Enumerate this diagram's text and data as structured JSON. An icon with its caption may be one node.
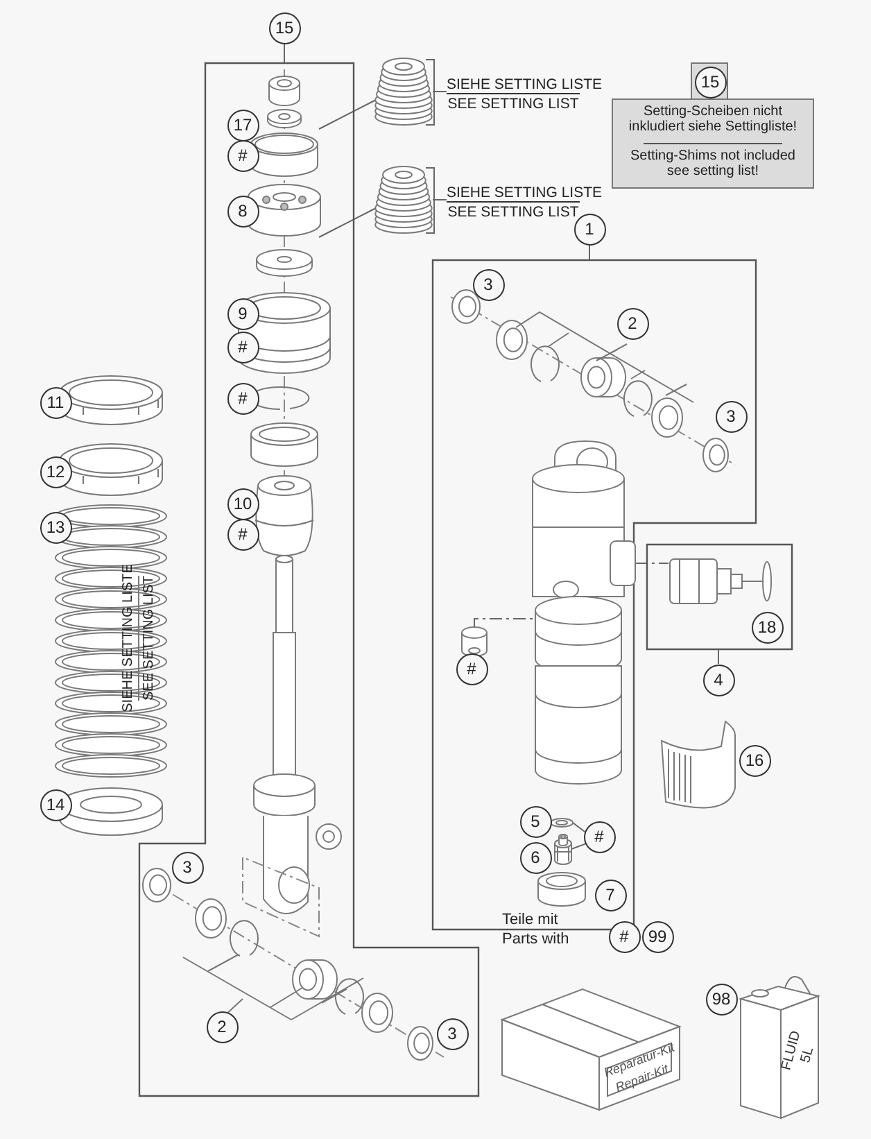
{
  "diagram": {
    "nodes": [
      {
        "text": [],
        "shape": "box"
      },
      {
        "text": [
          "15"
        ]
      },
      {
        "text": [
          "17"
        ],
        "in": 0
      },
      {
        "text": [
          "#"
        ],
        "in": 0
      },
      {
        "text": [
          "8"
        ],
        "in": 0
      },
      {
        "text": [
          "9"
        ],
        "in": 0
      },
      {
        "text": [
          "#"
        ],
        "in": 0
      },
      {
        "text": [
          "#"
        ],
        "in": 0
      },
      {
        "text": [
          "10"
        ],
        "in": 0
      },
      {
        "text": [
          "#"
        ],
        "in": 0
      },
      {
        "text": [
          "3"
        ],
        "in": 0
      },
      {
        "text": [
          "2"
        ],
        "in": 0
      },
      {
        "text": [
          "3"
        ],
        "in": 0
      },
      {
        "text": [],
        "shape": "picture"
      },
      {
        "text": [
          "SIEHE SETTING LISTE",
          "SEE SETTING LIST"
        ]
      },
      {
        "text": [],
        "shape": "picture"
      },
      {
        "text": [
          "SIEHE SETTING LISTE",
          "SEE SETTING LIST"
        ]
      },
      {
        "text": [
          "15",
          "Setting-Scheiben nicht inkludiert siehe Settingliste!",
          "Setting-Shims not included see setting list!"
        ]
      },
      {
        "text": [
          "1"
        ]
      },
      {
        "text": [],
        "shape": "box"
      },
      {
        "text": [
          "3"
        ],
        "in": 19
      },
      {
        "text": [
          "2"
        ],
        "in": 19
      },
      {
        "text": [
          "3"
        ],
        "in": 19
      },
      {
        "text": [],
        "shape": "picture",
        "in": 19
      },
      {
        "text": [],
        "shape": "picture",
        "in": 19
      },
      {
        "text": [
          "#"
        ],
        "in": 19
      },
      {
        "text": [
          "5"
        ],
        "in": 19
      },
      {
        "text": [
          "6"
        ],
        "in": 19
      },
      {
        "text": [
          "#"
        ],
        "in": 19
      },
      {
        "text": [],
        "shape": "picture",
        "in": 19
      },
      {
        "text": [],
        "shape": "picture",
        "in": 19
      },
      {
        "text": [
          "7"
        ],
        "in": 19
      },
      {
        "text": [],
        "shape": "box"
      },
      {
        "text": [],
        "shape": "picture",
        "in": 32
      },
      {
        "text": [
          "18"
        ],
        "in": 32
      },
      {
        "text": [
          "4"
        ]
      },
      {
        "text": [
          "11"
        ]
      },
      {
        "text": [
          "12"
        ]
      },
      {
        "text": [
          "13"
        ]
      },
      {
        "text": [
          "14"
        ]
      },
      {
        "text": [
          "16"
        ]
      },
      {
        "text": [
          "#"
        ]
      },
      {
        "text": [
          "99"
        ]
      },
      {
        "text": [
          "98"
        ]
      }
    ],
    "edges": [
      {
        "from": 1,
        "to": 0,
        "arrow": "none"
      },
      {
        "from": 14,
        "to": 13,
        "arrow": "none"
      },
      {
        "from": 13,
        "to": 0,
        "arrow": "none"
      },
      {
        "from": 16,
        "to": 15,
        "arrow": "none"
      },
      {
        "from": 15,
        "to": 0,
        "arrow": "none"
      },
      {
        "from": 18,
        "to": 19,
        "arrow": "none"
      },
      {
        "from": 24,
        "to": 23,
        "arrow": "none",
        "style": "dashed"
      },
      {
        "from": 23,
        "to": 33,
        "arrow": "none",
        "style": "dashed"
      },
      {
        "from": 28,
        "to": 29,
        "arrow": "none"
      },
      {
        "from": 28,
        "to": 30,
        "arrow": "none"
      },
      {
        "from": 35,
        "to": 32,
        "arrow": "none"
      }
    ],
    "labels": [
      "SIEHE SETTING LISTE",
      "SEE SETTING LIST",
      "Teile mit",
      "Parts with",
      "Reparatur-Kit",
      "Repair-Kit",
      "FLUID 5L"
    ]
  }
}
